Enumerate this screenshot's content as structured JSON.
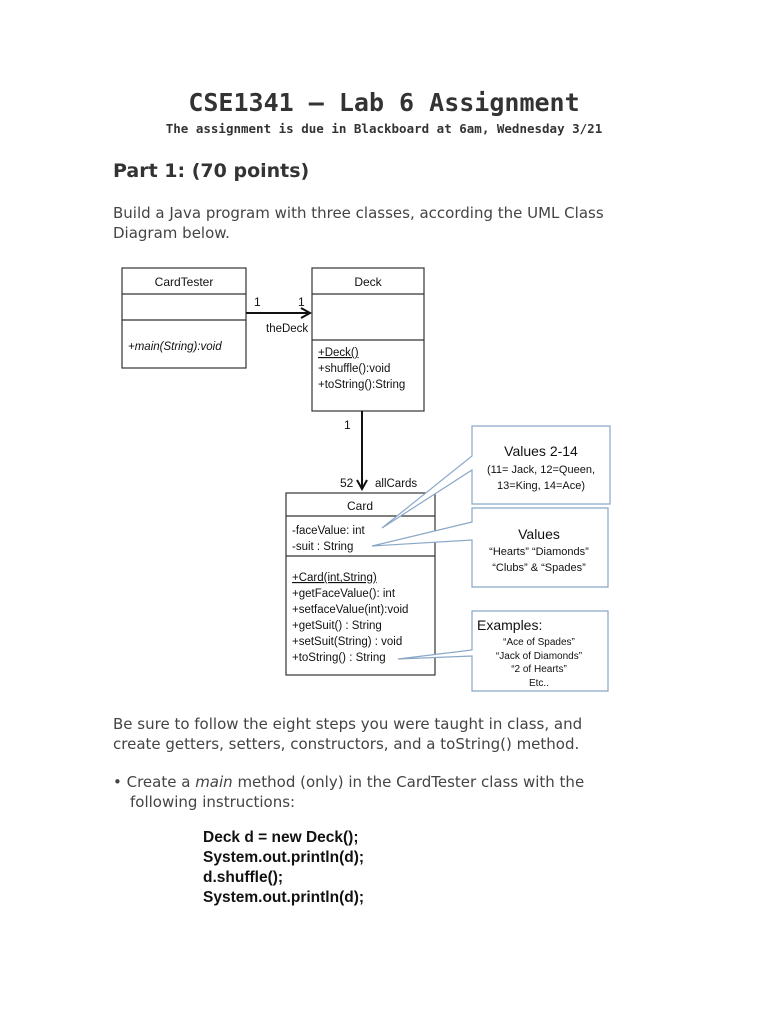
{
  "header": {
    "title": "CSE1341 – Lab 6 Assignment",
    "subtitle": "The assignment is due in Blackboard at 6am, Wednesday 3/21"
  },
  "part1": {
    "heading": "Part 1: (70 points)",
    "intro_line1": "Build a Java program with three classes, according the UML Class",
    "intro_line2": "Diagram below."
  },
  "uml": {
    "card_tester": {
      "name": "CardTester",
      "method": "+main(String):void"
    },
    "deck": {
      "name": "Deck",
      "methods": [
        "+Deck()",
        "+shuffle():void",
        "+toString():String"
      ]
    },
    "card": {
      "name": "Card",
      "attributes": [
        "-faceValue: int",
        "-suit : String"
      ],
      "methods": [
        "+Card(int,String)",
        "+getFaceValue(): int",
        "+setfaceValue(int):void",
        "+getSuit() : String",
        "+setSuit(String) : void",
        "+toString() : String"
      ]
    },
    "assoc_tester_deck": {
      "mult_left": "1",
      "mult_right": "1",
      "role": "theDeck"
    },
    "assoc_deck_card": {
      "mult_top": "1",
      "mult_bottom": "52",
      "role": "allCards"
    },
    "notes": {
      "values_range": {
        "title": "Values 2-14",
        "lines": [
          "(11= Jack, 12=Queen,",
          "13=King, 14=Ace)"
        ]
      },
      "suit_values": {
        "title": "Values",
        "lines": [
          "“Hearts” “Diamonds”",
          "“Clubs” & “Spades”"
        ]
      },
      "examples": {
        "title": "Examples:",
        "lines": [
          "“Ace of Spades”",
          "“Jack of Diamonds”",
          "“2 of Hearts”",
          "Etc.."
        ]
      }
    },
    "colors": {
      "note_border": "#8aa7c8",
      "box_border": "#333333"
    }
  },
  "instructions": {
    "para_line1": "Be sure to follow the eight steps you were taught in class, and",
    "para_line2": "create getters, setters, constructors, and a toString() method.",
    "bullet_prefix": "• Create a ",
    "bullet_italic": "main",
    "bullet_rest": " method (only) in the CardTester class with the",
    "bullet_line2": "following instructions:",
    "code": [
      "Deck d = new Deck();",
      "System.out.println(d);",
      "d.shuffle();",
      "System.out.println(d);"
    ]
  }
}
